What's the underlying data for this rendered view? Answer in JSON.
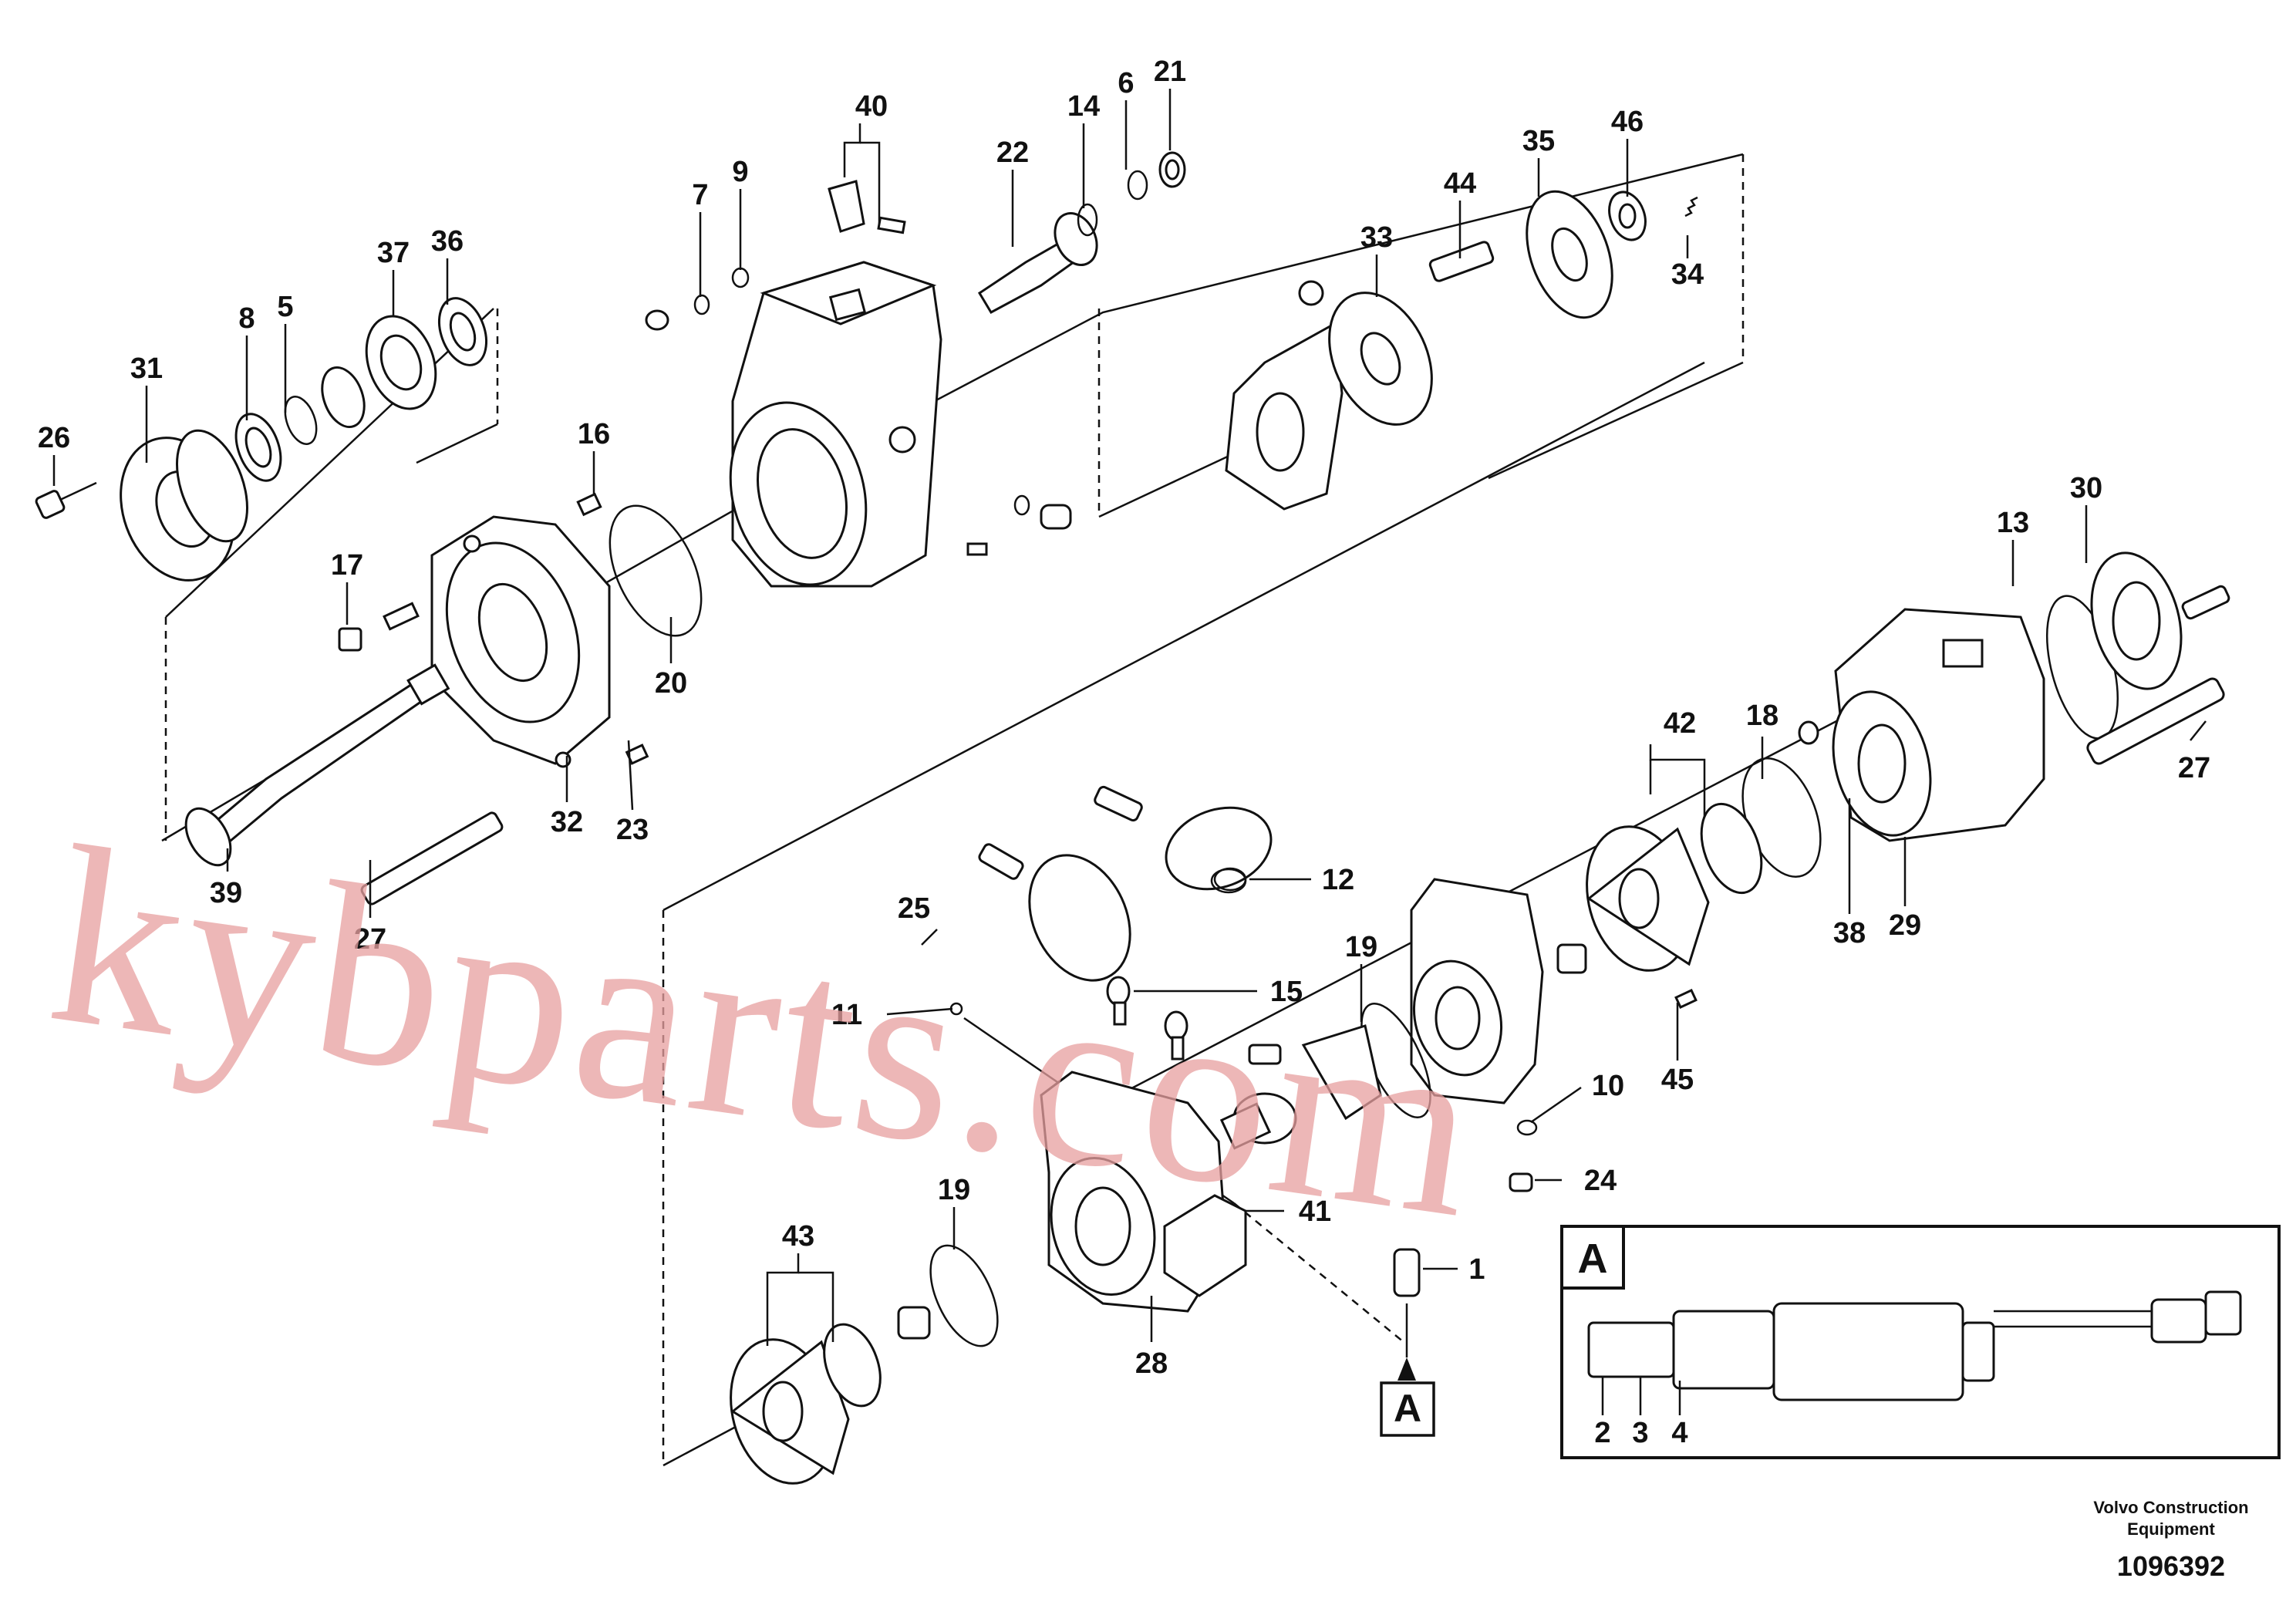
{
  "callouts": {
    "c40": "40",
    "c22": "22",
    "c14": "14",
    "c6": "6",
    "c21": "21",
    "c7": "7",
    "c9": "9",
    "c44": "44",
    "c35": "35",
    "c46": "46",
    "c33": "33",
    "c34": "34",
    "c37": "37",
    "c36": "36",
    "c8": "8",
    "c5": "5",
    "c31": "31",
    "c26": "26",
    "c16": "16",
    "c17": "17",
    "c20": "20",
    "c32": "32",
    "c23": "23",
    "c39": "39",
    "c27a": "27",
    "c13": "13",
    "c30": "30",
    "c42": "42",
    "c18": "18",
    "c27b": "27",
    "c38": "38",
    "c29": "29",
    "c12": "12",
    "c25": "25",
    "c15": "15",
    "c11": "11",
    "c19a": "19",
    "c45": "45",
    "c10": "10",
    "c24": "24",
    "c19b": "19",
    "c41": "41",
    "c43": "43",
    "c1": "1",
    "c28": "28",
    "c2": "2",
    "c3": "3",
    "c4": "4"
  },
  "detail_marker": "A",
  "inset": {
    "label": "A"
  },
  "watermark": "kybparts.com",
  "credit": {
    "line1": "Volvo Construction",
    "line2": "Equipment"
  },
  "drawing_number": "1096392"
}
